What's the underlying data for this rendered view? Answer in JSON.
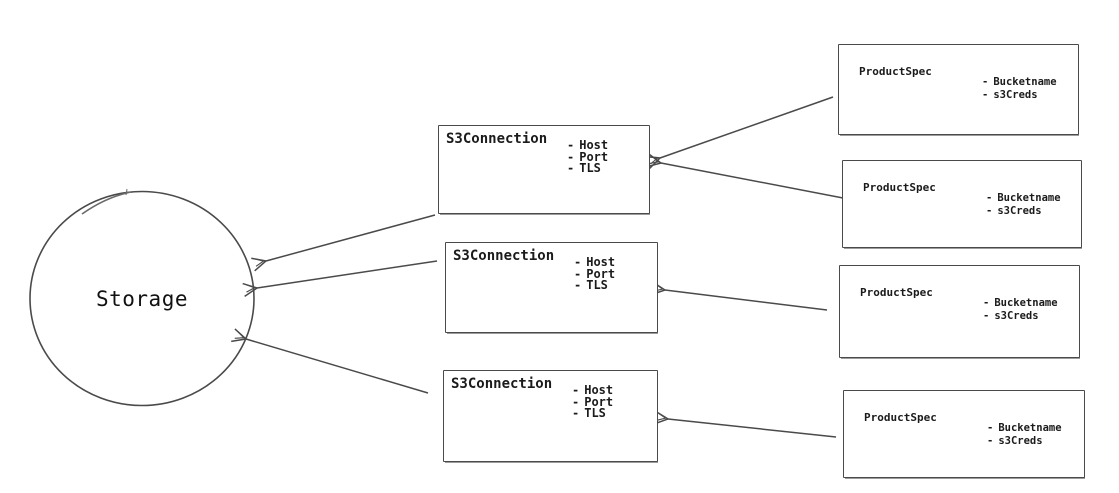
{
  "diagram": {
    "bullet": "-",
    "storage": {
      "label": "Storage"
    },
    "s3_connections": [
      {
        "title": "S3Connection",
        "attributes": [
          "Host",
          "Port",
          "TLS"
        ]
      },
      {
        "title": "S3Connection",
        "attributes": [
          "Host",
          "Port",
          "TLS"
        ]
      },
      {
        "title": "S3Connection",
        "attributes": [
          "Host",
          "Port",
          "TLS"
        ]
      }
    ],
    "product_specs": [
      {
        "title": "ProductSpec",
        "attributes": [
          "Bucketname",
          "s3Creds"
        ]
      },
      {
        "title": "ProductSpec",
        "attributes": [
          "Bucketname",
          "s3Creds"
        ]
      },
      {
        "title": "ProductSpec",
        "attributes": [
          "Bucketname",
          "s3Creds"
        ]
      },
      {
        "title": "ProductSpec",
        "attributes": [
          "Bucketname",
          "s3Creds"
        ]
      }
    ],
    "colors": {
      "stroke": "#4a4a4a",
      "text": "#1b1b1b",
      "background": "#ffffff"
    }
  }
}
